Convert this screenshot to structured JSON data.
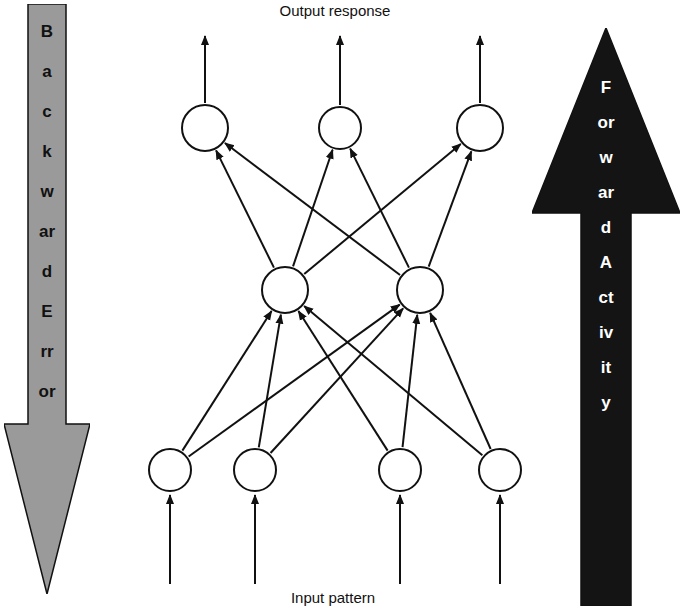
{
  "diagram": {
    "nodes": [
      {
        "text": [
          "Backward Error"
        ]
      },
      {
        "text": [
          "Forward Activity"
        ]
      },
      {
        "text": []
      },
      {
        "text": []
      },
      {
        "text": []
      },
      {
        "text": []
      },
      {
        "text": []
      },
      {
        "text": []
      },
      {
        "text": []
      },
      {
        "text": []
      },
      {
        "text": []
      }
    ],
    "edges": [
      {
        "from": 5,
        "to": 2,
        "arrow": "to"
      },
      {
        "from": 5,
        "to": 3,
        "arrow": "to"
      },
      {
        "from": 5,
        "to": 4,
        "arrow": "to"
      },
      {
        "from": 6,
        "to": 2,
        "arrow": "to"
      },
      {
        "from": 6,
        "to": 3,
        "arrow": "to"
      },
      {
        "from": 6,
        "to": 4,
        "arrow": "to"
      },
      {
        "from": 7,
        "to": 5,
        "arrow": "to"
      },
      {
        "from": 7,
        "to": 6,
        "arrow": "to"
      },
      {
        "from": 8,
        "to": 5,
        "arrow": "to"
      },
      {
        "from": 8,
        "to": 6,
        "arrow": "to"
      },
      {
        "from": 9,
        "to": 5,
        "arrow": "to"
      },
      {
        "from": 9,
        "to": 6,
        "arrow": "to"
      },
      {
        "from": 10,
        "to": 5,
        "arrow": "to"
      },
      {
        "from": 10,
        "to": 6,
        "arrow": "to"
      }
    ],
    "labels": [
      "Output response",
      "Input pattern"
    ]
  }
}
